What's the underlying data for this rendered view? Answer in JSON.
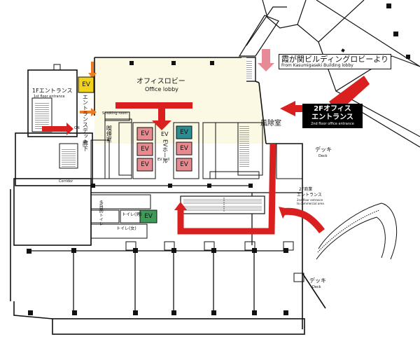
{
  "colors": {
    "accent_red": "#d9201f",
    "lobby_fill": "#fbf8e4",
    "ev_red": "#e68a8f",
    "ev_teal": "#2b8d91",
    "ev_yellow": "#f2d21b",
    "ev_green": "#3f9a5a",
    "wall": "#111111"
  },
  "icons": [
    "arrow-icon",
    "elevator-icon",
    "stairs-icon",
    "escalator-icon"
  ],
  "labels": {
    "office_lobby_jp": "オフィスロビー",
    "office_lobby_en": "Office lobby",
    "kasumigaseki_jp": "霞が関ビルディングロビーより",
    "kasumigaseki_en": "From Kasumigaseki Building lobby",
    "office_entrance_2f_jp_1": "2Fオフィス",
    "office_entrance_2f_jp_2": "エントランス",
    "office_entrance_2f_en": "2nd floor office entrance",
    "entrance_1f_jp": "1Fエントランス",
    "entrance_1f_en": "1st floor entrance",
    "entrance_deck_jp": "エントランスデッキ",
    "smoking_room_en": "Smoking room",
    "smoking_room_jp": "喫煙室",
    "corridor_jp": "廊下",
    "corridor_en": "Corridor",
    "ev_hall_jp": "EVホール",
    "ev_hall_en": "EV hall",
    "vestibule_jp": "風除室",
    "deck_jp": "デッキ",
    "deck_en": "Deck",
    "commercial_2f_jp_1": "2F商業",
    "commercial_2f_jp_2": "エントランス",
    "commercial_2f_en_1": "2nd floor entrance",
    "commercial_2f_en_2": "to commercial area",
    "toilet_men_jp": "トイレ(男)",
    "toilet_women_jp": "トイレ(女)",
    "multipurpose_toilet_jp": "多目的トイレ",
    "ev": "EV",
    "on": "ON"
  }
}
